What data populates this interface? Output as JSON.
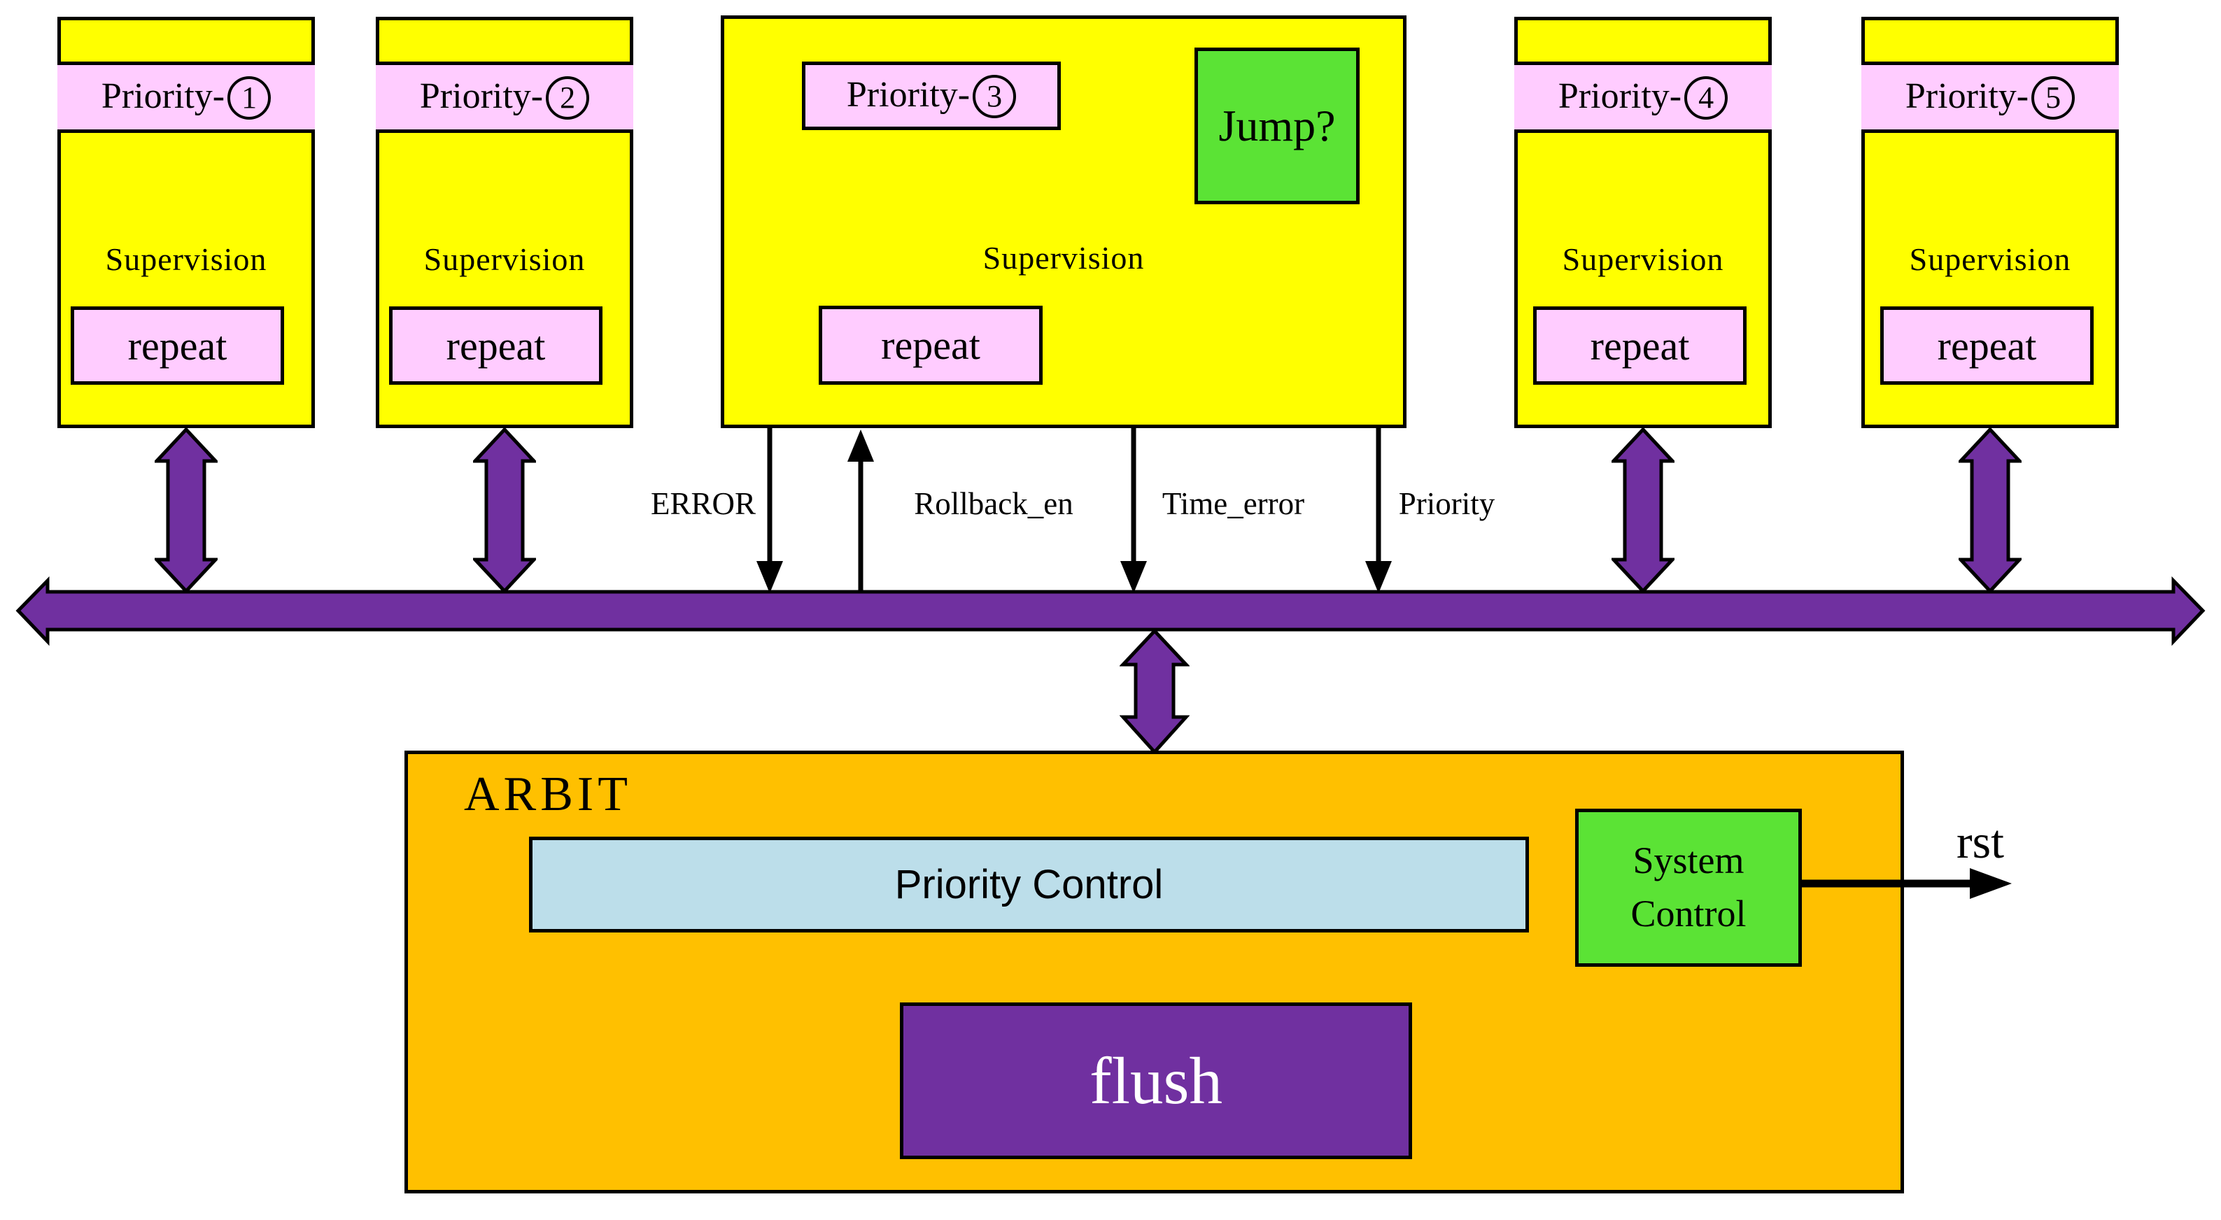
{
  "modules": [
    {
      "title_prefix": "Priority-",
      "num": "1",
      "body": "Supervision",
      "chip": "repeat"
    },
    {
      "title_prefix": "Priority-",
      "num": "2",
      "body": "Supervision",
      "chip": "repeat"
    },
    {
      "title_prefix": "Priority-",
      "num": "3",
      "body": "Supervision",
      "chip": "repeat",
      "jump": "Jump?"
    },
    {
      "title_prefix": "Priority-",
      "num": "4",
      "body": "Supervision",
      "chip": "repeat"
    },
    {
      "title_prefix": "Priority-",
      "num": "5",
      "body": "Supervision",
      "chip": "repeat"
    }
  ],
  "signals": [
    {
      "label": "ERROR",
      "direction": "down"
    },
    {
      "label": "Rollback_en",
      "direction": "up"
    },
    {
      "label": "Time_error",
      "direction": "down"
    },
    {
      "label": "Priority",
      "direction": "down"
    }
  ],
  "arbit": {
    "title": "ARBIT",
    "priority_control": "Priority Control",
    "system_control_line1": "System",
    "system_control_line2": "Control",
    "flush": "flush",
    "rst_label": "rst"
  },
  "colors": {
    "module_fill": "#FFFF00",
    "band_fill": "#FFCCFF",
    "bus_purple": "#7030A0",
    "arbit_fill": "#FFC000",
    "green_fill": "#5BE335",
    "priority_control_fill": "#BCDEEA",
    "flush_fill": "#7030A0",
    "flush_text": "#FFFFFF"
  }
}
